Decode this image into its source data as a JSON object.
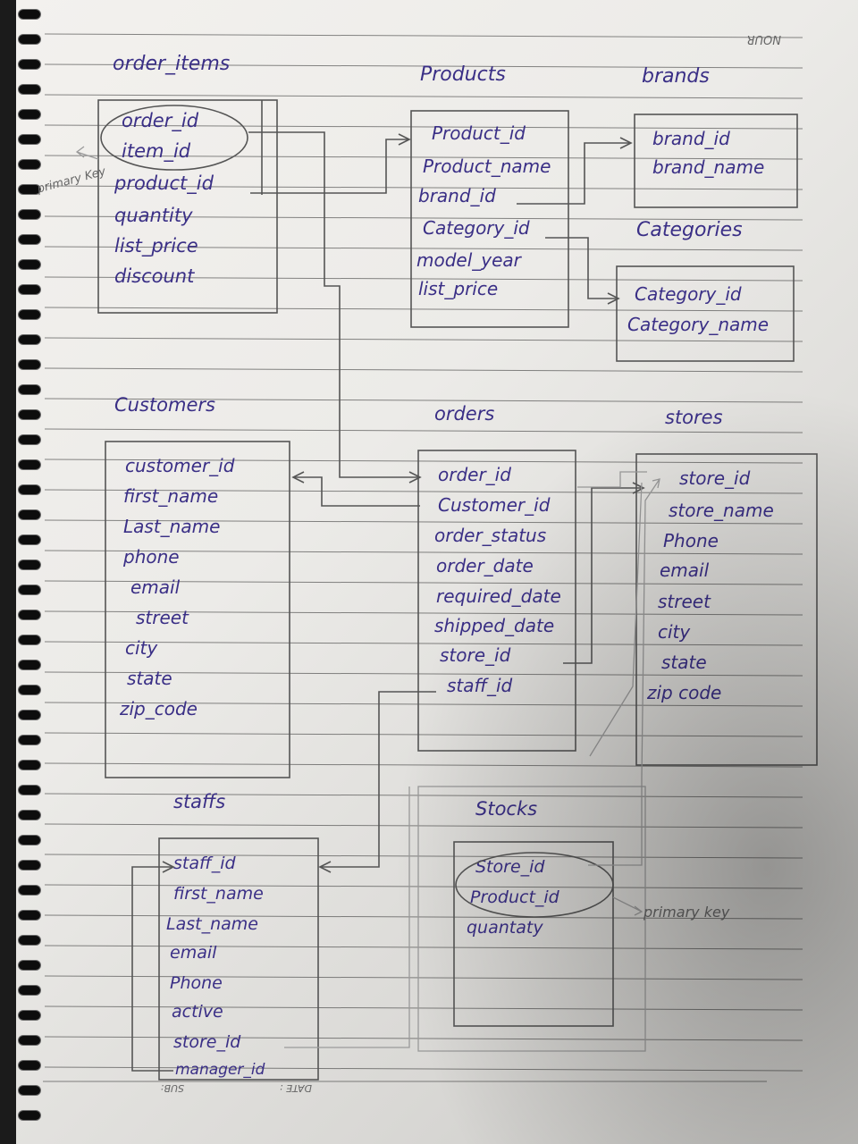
{
  "header": {
    "owner": "NOUR"
  },
  "tables": {
    "order_items": {
      "title": "order_items",
      "fields": [
        "order_id",
        "item_id",
        "product_id",
        "quantity",
        "list_price",
        "discount"
      ]
    },
    "products": {
      "title": "Products",
      "fields": [
        "Product_id",
        "Product_name",
        "brand_id",
        "Category_id",
        "model_year",
        "list_price"
      ]
    },
    "brands": {
      "title": "brands",
      "fields": [
        "brand_id",
        "brand_name"
      ]
    },
    "categories": {
      "title": "Categories",
      "fields": [
        "Category_id",
        "Category_name"
      ]
    },
    "customers": {
      "title": "Customers",
      "fields": [
        "customer_id",
        "first_name",
        "Last_name",
        "phone",
        "email",
        "street",
        "city",
        "state",
        "zip_code"
      ]
    },
    "orders": {
      "title": "orders",
      "fields": [
        "order_id",
        "Customer_id",
        "order_status",
        "order_date",
        "required_date",
        "shipped_date",
        "store_id",
        "staff_id"
      ]
    },
    "stores": {
      "title": "stores",
      "fields": [
        "store_id",
        "store_name",
        "Phone",
        "email",
        "street",
        "city",
        "state",
        "zip code"
      ]
    },
    "staffs": {
      "title": "staffs",
      "fields": [
        "staff_id",
        "first_name",
        "Last_name",
        "email",
        "Phone",
        "active",
        "store_id",
        "manager_id"
      ]
    },
    "stocks": {
      "title": "Stocks",
      "fields": [
        "Store_id",
        "Product_id",
        "quantaty"
      ]
    }
  },
  "annotations": {
    "primary_key_left": "primary Key",
    "primary_key_stocks": "primary key"
  },
  "footer": {
    "date_label": "DATE :",
    "sub_label": "SUB:"
  },
  "colors": {
    "ink": "#3a2f86",
    "pencil": "#555555",
    "paper": "#efeeeb"
  }
}
